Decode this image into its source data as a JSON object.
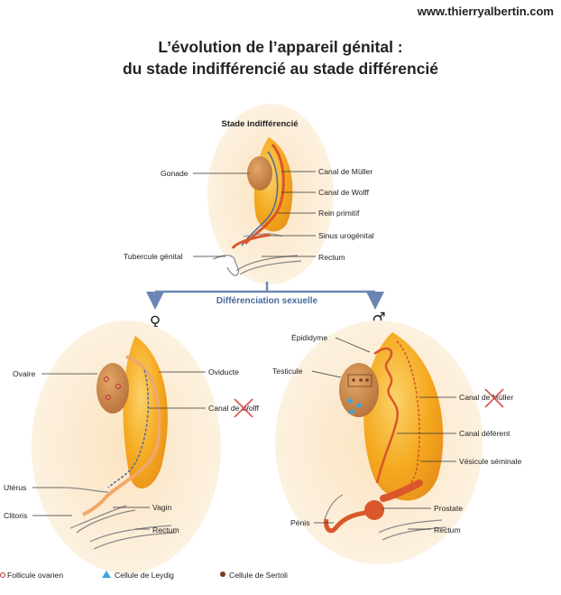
{
  "header": {
    "website": "www.thierryalbertin.com",
    "title_line1": "L’évolution de l’appareil génital :",
    "title_line2": "du stade indifférencié au stade différencié"
  },
  "indifferent": {
    "heading": "Stade indifférencié",
    "labels": {
      "gonade": "Gonade",
      "muller": "Canal de Müller",
      "wolff": "Canal de Wolff",
      "rein": "Rein primitif",
      "sinus": "Sinus urogénital",
      "tubercule": "Tubercule génital",
      "rectum": "Rectum"
    }
  },
  "differentiation": {
    "label": "Différenciation sexuelle",
    "female_symbol": "♀",
    "male_symbol": "♂"
  },
  "female": {
    "labels": {
      "ovaire": "Ovaire",
      "oviducte": "Oviducte",
      "wolff": "Canal de Wolff",
      "uterus": "Utérus",
      "clitoris": "Clitoris",
      "vagin": "Vagin",
      "rectum": "Rectum"
    }
  },
  "male": {
    "labels": {
      "epididyme": "Épididyme",
      "testicule": "Testicule",
      "muller": "Canal de Müller",
      "deferent": "Canal déférent",
      "vesicule": "Vésicule séminale",
      "prostate": "Prostate",
      "penis": "Pénis",
      "rectum": "Rectum"
    }
  },
  "legend": {
    "follicule": "Follicule ovarien",
    "leydig": "Cellule de Leydig",
    "sertoli": "Cellule de Sertoli"
  },
  "colors": {
    "orange": "#f4a81e",
    "duct_red": "#d9572a",
    "wolff_blue": "#4a6a9c",
    "gonad_brown": "#c7813f",
    "body_bg": "#fbe9cf",
    "cross_red": "#d9534f",
    "arrow_blue": "#6b86b4"
  }
}
